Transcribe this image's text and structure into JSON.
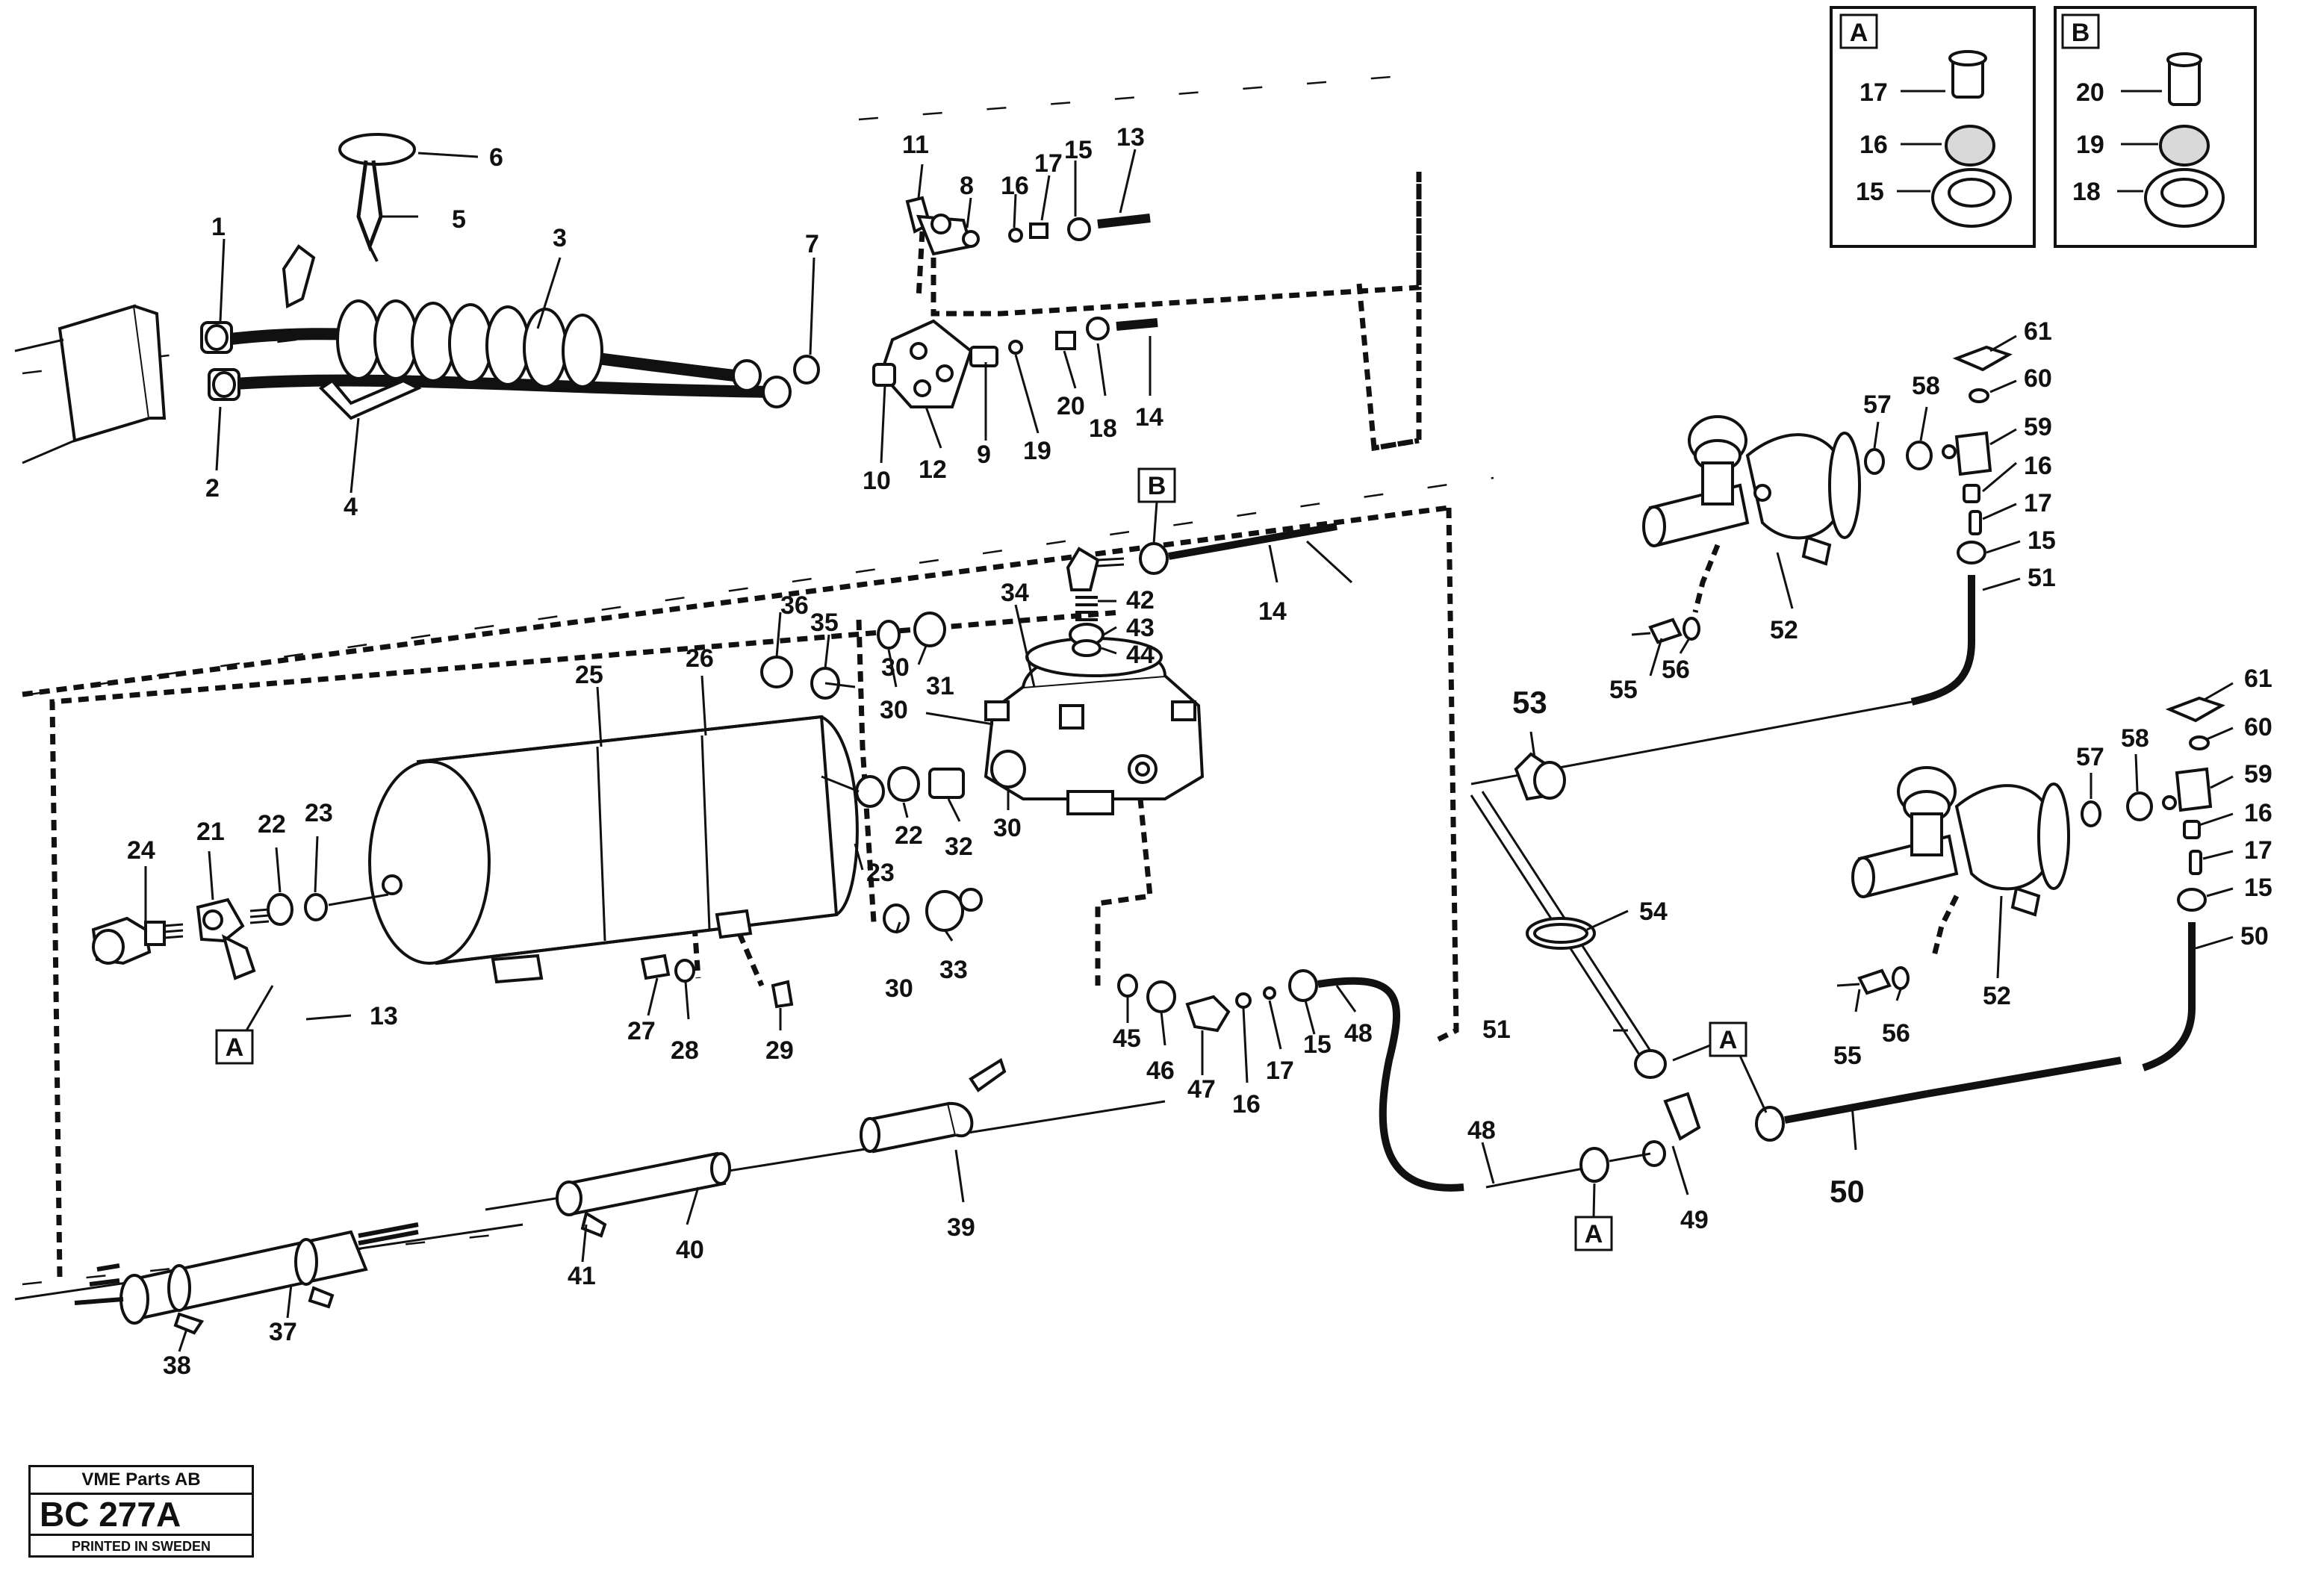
{
  "callouts": {
    "c1": "1",
    "c2": "2",
    "c3": "3",
    "c4": "4",
    "c5": "5",
    "c6": "6",
    "c7": "7",
    "c8": "8",
    "c9": "9",
    "c10": "10",
    "c11": "11",
    "c12": "12",
    "c13a": "13",
    "c14a": "14",
    "c15a": "15",
    "c16a": "16",
    "c17a": "17",
    "c18a": "18",
    "c19a": "19",
    "c20a": "20",
    "c13b": "13",
    "c14b": "14",
    "c21": "21",
    "c22a": "22",
    "c22b": "22",
    "c23a": "23",
    "c23b": "23",
    "c24": "24",
    "c25": "25",
    "c26": "26",
    "c27": "27",
    "c28": "28",
    "c29": "29",
    "c30a": "30",
    "c30b": "30",
    "c30c": "30",
    "c31": "31",
    "c32": "32",
    "c33": "33",
    "c34": "34",
    "c35": "35",
    "c36": "36",
    "c37": "37",
    "c38": "38",
    "c39": "39",
    "c40": "40",
    "c41": "41",
    "c42": "42",
    "c43": "43",
    "c44": "44",
    "c45": "45",
    "c46": "46",
    "c47": "47",
    "c48a": "48",
    "c48b": "48",
    "c15b": "15",
    "c16b": "16",
    "c17b": "17",
    "c49": "49",
    "c50a": "50",
    "c50b": "50",
    "c51a": "51",
    "c51b": "51",
    "c52a": "52",
    "c52b": "52",
    "c53": "53",
    "c54": "54",
    "c55a": "55",
    "c55b": "55",
    "c56a": "56",
    "c56b": "56",
    "c57a": "57",
    "c57b": "57",
    "c58a": "58",
    "c58b": "58",
    "c59a": "59",
    "c59b": "59",
    "c60a": "60",
    "c60b": "60",
    "c61a": "61",
    "c61b": "61",
    "c16c": "16",
    "c17c": "17",
    "c15c": "15",
    "c16d": "16",
    "c17d": "17",
    "c15d": "15"
  },
  "detail_A": {
    "letter": "A",
    "labels": [
      "17",
      "16",
      "15"
    ]
  },
  "detail_B": {
    "letter": "B",
    "labels": [
      "20",
      "19",
      "18"
    ]
  },
  "ref_boxes": {
    "A1": "A",
    "A2": "A",
    "A3": "A",
    "B1": "B"
  },
  "title_block": {
    "company": "VME Parts AB",
    "code": "BC 277A",
    "printed": "PRINTED IN SWEDEN"
  }
}
